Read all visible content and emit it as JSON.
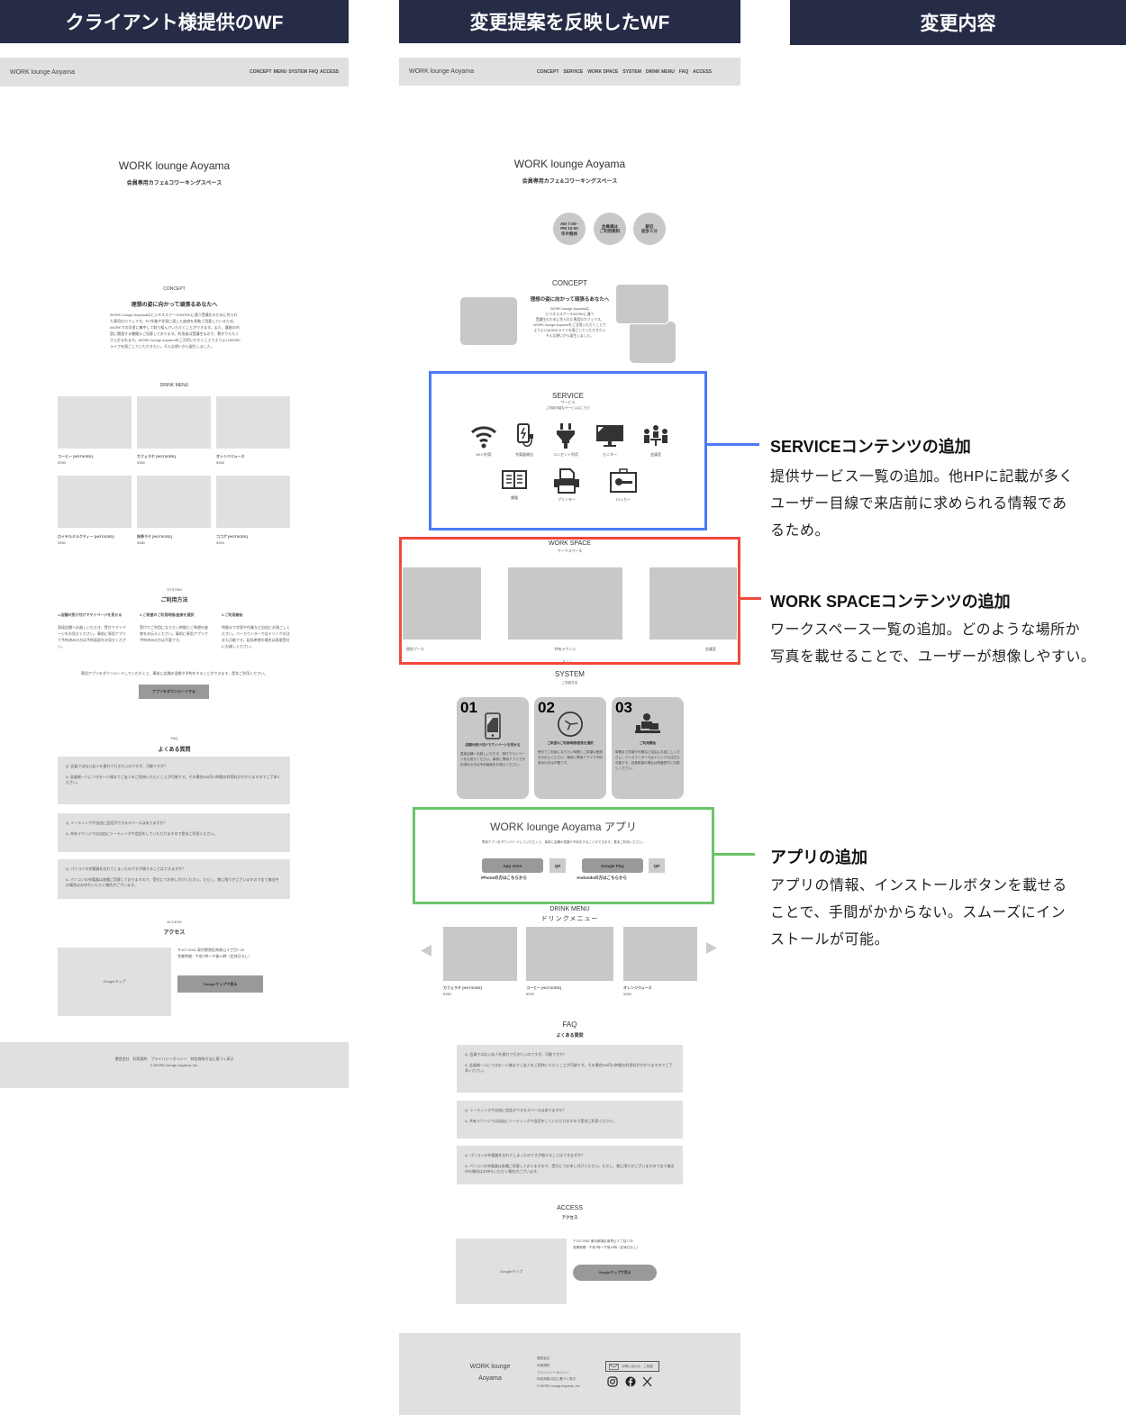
{
  "headers": {
    "client": "クライアント様提供のWF",
    "proposal": "変更提案を反映したWF",
    "changes": "変更内容"
  },
  "colors": {
    "header_bg": "#262c46",
    "service_box": "#4b7bf5",
    "workspace_box": "#f04a3a",
    "app_box": "#6cc46a"
  },
  "client_wf": {
    "nav": {
      "logo": "WORK lounge Aoyama",
      "links": [
        "CONCEPT",
        "MENU",
        "SYSTEM",
        "FAQ",
        "ACCESS"
      ]
    },
    "hero": {
      "title": "WORK lounge Aoyama",
      "subtitle": "会員専用カフェ&コワーキングスペース"
    },
    "concept": {
      "label": "CONCEPT",
      "heading": "理想の姿に向かって頑張るあなたへ",
      "body": "WORK lounge AoyamaはビジネススクールWORKに通う受講生のために作られた専用のカフェです。PC作業や学習に適した座席を多数ご用意しているため、WORKでの学習に集中して取り組んでいただくことができます。また、講座の内容に関連する書籍もご用意しております。利用者は受講生なので、繋がりもたくさん生まれます。WORK lounge Aoyamaをご活用いただくことでよりよいWORKライフを過ごしていただきたい。そんな想いから誕生しました。"
    },
    "drink_menu": {
      "label": "DRINK MENU",
      "items": [
        {
          "name": "コーヒー [HOT/ICED]",
          "price": "¥330"
        },
        {
          "name": "カフェラテ [HOT/ICED]",
          "price": "¥350"
        },
        {
          "name": "オレンジジュース",
          "price": "¥350"
        },
        {
          "name": "ロイヤルミルクティー [HOT/ICED]",
          "price": "¥350"
        },
        {
          "name": "抹茶ラテ [HOT/ICED]",
          "price": "¥380"
        },
        {
          "name": "ココア [HOT/ICED]",
          "price": "¥320"
        }
      ]
    },
    "system": {
      "label": "SYSTEM",
      "heading": "ご利用方法",
      "steps": [
        {
          "title": "1.店舗の受け付けでマイページを見せる",
          "text": "直接店舗へお越しいただき、受付でマイページをお見せください。事前に専用アプリで予約済みの方は予約画面をお見せください。"
        },
        {
          "title": "2.ご希望のご利用時間/座席を選択",
          "text": "受付でご利用になりたい時間とご希望の座席をお伝えください。事前に専用アプリで予約済みの方は不要です。"
        },
        {
          "title": "3.ご利用開始",
          "text": "時間まで学習や作業など自由にお過ごしください。バーカウンターではドリンクの注文も可能です。延長希望の場合は再度受付にお越しください。"
        }
      ],
      "note": "専用アプリをダウンロードしていただくと、事前に店舗の混雑や予約をすることができます。是非ご利用ください。",
      "button": "アプリをダウンロードする"
    },
    "faq": {
      "label": "FAQ",
      "heading": "よくある質問",
      "items": [
        {
          "q": "Q. 会員ではない友人を連れて行きたいのですが、可能ですか？",
          "a": "A. 会員様一人につきお一人様までご友人をご招待いただくことが可能です。その場合500円/1時間の利用料がかかりますのでご了承ください。"
        },
        {
          "q": "Q. ミーティングや自由に会話ができるスペースはありますか？",
          "a": "A. 共有ラウンジでは自由にミーティングや会話をしていただけますので是非ご利用ください。"
        },
        {
          "q": "Q. パソコンの充電器を忘れてしまったのですが借りることはできますか？",
          "a": "A. パソコンの充電器は各種ご用意しておりますので、受付にてお申し付けください。ただし、数に限りがございますので全て貸出中の場合はお待ちいただく場合がございます。"
        }
      ]
    },
    "access": {
      "label": "ACCESS",
      "heading": "アクセス",
      "map": "Googleマップ",
      "address": "〒107-0062 東京都港区南青山３丁目7-25",
      "hours": "営業時間：午前7時〜午後10時（定休日なし）",
      "button": "Googleマップで見る"
    },
    "footer": {
      "links": "運営会社　利用規約　プライバシーポリシー　特定商取引法に基づく表示",
      "copyright": "© WORK lounge Aoyama, Inc."
    }
  },
  "proposal_wf": {
    "nav": {
      "logo": "WORK lounge Aoyama",
      "links": [
        "CONCEPT",
        "SERVICE",
        "WORK SPACE",
        "SYSTEM",
        "DRINK MENU",
        "FAQ",
        "ACCESS"
      ]
    },
    "hero": {
      "title": "WORK lounge Aoyama",
      "subtitle": "会員専用カフェ&コワーキングスペース",
      "badges": [
        "AM 7:00~\nPM 10:00\n年中無休",
        "会員様は\nご利用無料",
        "駅近\n徒歩５分"
      ]
    },
    "concept": {
      "label": "CONCEPT",
      "heading": "理想の姿に向かって頑張るあなたへ",
      "body": "WORK lounge Aoyamaは\nビジネススクールWORKに通う\n受講生のために作られた専用のカフェです。\nWORK lounge Aoyamaをご活用いただくことで\nよりよいWORKライフを過ごしていただきたい\nそんな想いから誕生しました。"
    },
    "service": {
      "label": "SERVICE",
      "sub": "サービス",
      "note": "ご利用可能なサービスはこちら",
      "items": [
        "Wi-Fi利用",
        "充電器貸出",
        "コンセント利用",
        "モニター",
        "会議室",
        "書籍",
        "プリンター",
        "ロッカー"
      ]
    },
    "workspace": {
      "label": "WORK SPACE",
      "sub": "ワークスペース",
      "items": [
        "個別ブース",
        "共有ラウンジ",
        "会議室"
      ]
    },
    "system": {
      "label": "SYSTEM",
      "sub": "ご利用方法",
      "cards": [
        {
          "num": "01",
          "title": "店舗の受け付けでマイページを見せる",
          "text": "直接店舗へお越しいただき、受付でマイページをお見せください。事前に専用アプリで予約済みの方は予約画面をお見せください。"
        },
        {
          "num": "02",
          "title": "ご希望のご利用時間/座席を選択",
          "text": "受付でご利用になりたい時間とご希望の座席をお伝えください。事前に専用アプリで予約済みの方は不要です。"
        },
        {
          "num": "03",
          "title": "ご利用開始",
          "text": "時間まで学習や作業など自由にお過ごしください。バーカウンターではドリンクの注文も可能です。延長希望の場合は再度受付にお越しください。"
        }
      ]
    },
    "app": {
      "title": "WORK lounge Aoyama アプリ",
      "note": "専用アプリをダウンロードしていただくと、事前に店舗の混雑や予約をすることができます。是非ご利用ください。",
      "appstore": "App store",
      "googleplay": "Google Play",
      "qr": "QR",
      "iphone": "iPhoneの方はこちらから",
      "android": "Androidoの方はこちらから"
    },
    "drink_menu": {
      "label": "DRINK MENU",
      "sub": "ドリンクメニュー",
      "items": [
        {
          "name": "カフェラテ [HOT/ICED]",
          "price": "¥350"
        },
        {
          "name": "コーヒー [HOT/ICED]",
          "price": "¥330"
        },
        {
          "name": "オレンジジュース",
          "price": "¥350"
        }
      ]
    },
    "faq": {
      "label": "FAQ",
      "heading": "よくある質問",
      "items": [
        {
          "q": "Q. 会員ではない友人を連れて行きたいのですが、可能ですか？",
          "a": "A. 会員様一人につきお一人様までご友人をご招待いただくことが可能です。その場合500円/1時間の利用料がかかりますのでご了承ください。"
        },
        {
          "q": "Q. ミーティングや自由に会話ができるスペースはありますか？",
          "a": "A. 共有ラウンジでは自由にミーティングや会話をしていただけますので是非ご利用ください。"
        },
        {
          "q": "Q. パソコンの充電器を忘れてしまったのですが借りることはできますか？",
          "a": "A. パソコンの充電器は各種ご用意しておりますので、受付にてお申し付けください。ただし、数に限りがございますので全て貸出中の場合はお待ちいただく場合がございます。"
        }
      ]
    },
    "access": {
      "label": "ACCESS",
      "heading": "アクセス",
      "map": "Googleマップ",
      "address": "〒107-0062 東京都港区南青山３丁目7-25",
      "hours": "営業時間：午前7時〜午後10時（定休日なし）",
      "button": "Googleマップで見る"
    },
    "footer": {
      "logo": "WORK lounge\nAoyama",
      "links": [
        "運営会社",
        "利用規約",
        "プライバシーポリシー",
        "特定商取引法に基づく表示",
        "© WORK lounge Aoyama, Inc."
      ],
      "contact": "お問い合わせ・ご相談"
    }
  },
  "annotations": [
    {
      "title": "SERVICEコンテンツの追加",
      "body": "提供サービス一覧の追加。他HPに記載が多く\nユーザー目線で来店前に求められる情報であ\nるため。"
    },
    {
      "title": "WORK SPACEコンテンツの追加",
      "body": "ワークスペース一覧の追加。どのような場所か\n写真を載せることで、ユーザーが想像しやすい。"
    },
    {
      "title": "アプリの追加",
      "body": "アプリの情報、インストールボタンを載せる\nことで、手間がかからない。スムーズにイン\nストールが可能。"
    }
  ]
}
